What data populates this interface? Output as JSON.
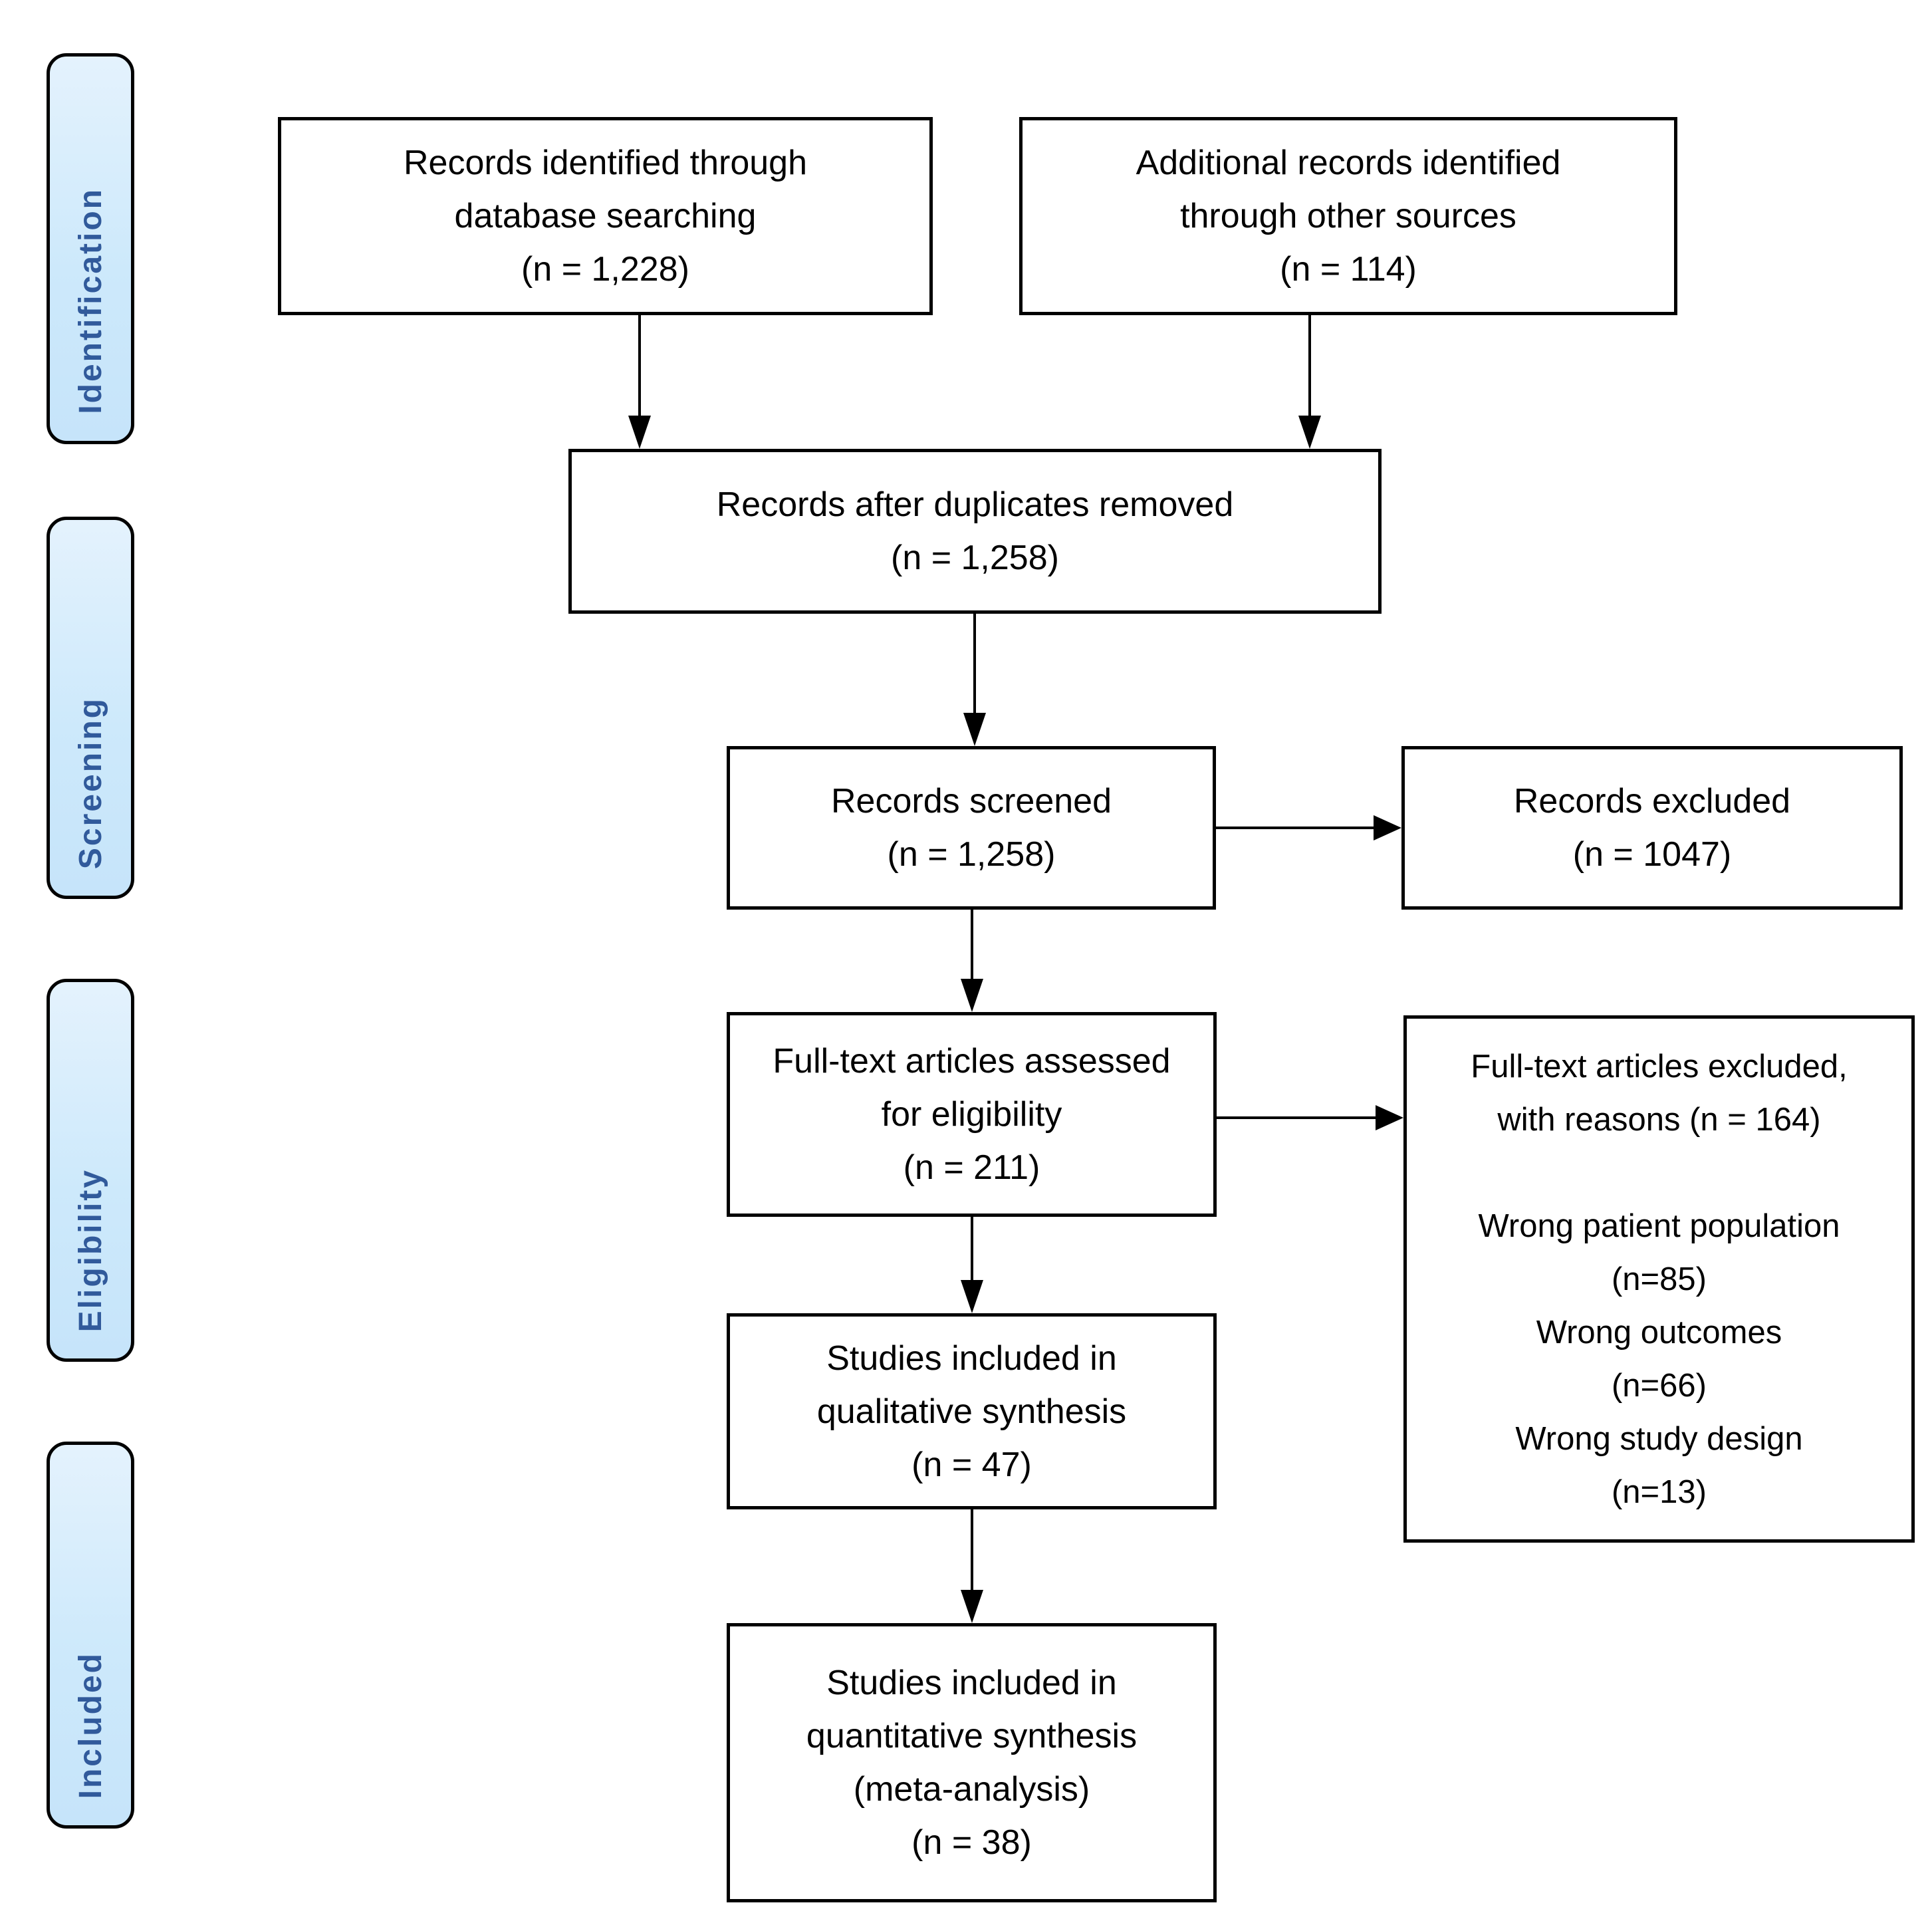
{
  "stages": [
    {
      "label": "Identification"
    },
    {
      "label": "Screening"
    },
    {
      "label": "Eligibility"
    },
    {
      "label": "Included"
    }
  ],
  "boxes": {
    "identified": {
      "lines": [
        "Records identified through",
        "database searching",
        "(n = 1,228)"
      ]
    },
    "additional": {
      "lines": [
        "Additional records identified",
        "through other sources",
        "(n = 114)"
      ]
    },
    "deduplicated": {
      "lines": [
        "Records after duplicates removed",
        "(n = 1,258)"
      ]
    },
    "screened": {
      "lines": [
        "Records screened",
        "(n = 1,258)"
      ]
    },
    "records_excluded": {
      "lines": [
        "Records excluded",
        "(n = 1047)"
      ]
    },
    "fulltext_assessed": {
      "lines": [
        "Full-text articles assessed",
        "for eligibility",
        "(n = 211)"
      ]
    },
    "fulltext_excluded": {
      "lines": [
        "Full-text articles excluded,",
        "with reasons (n = 164)",
        "",
        "Wrong patient population",
        "(n=85)",
        "Wrong outcomes",
        "(n=66)",
        "Wrong study design",
        "(n=13)"
      ]
    },
    "qualitative": {
      "lines": [
        "Studies included in",
        "qualitative synthesis",
        "(n = 47)"
      ]
    },
    "quantitative": {
      "lines": [
        "Studies included in",
        "quantitative synthesis",
        "(meta-analysis)",
        "(n = 38)"
      ]
    }
  },
  "colors": {
    "background": "#ffffff",
    "box_fill": "#ffffff",
    "box_border": "#000000",
    "box_text": "#000000",
    "arrow": "#000000",
    "stage_fill": "#cde9fb",
    "stage_border": "#000000",
    "stage_text": "#315a9b"
  }
}
